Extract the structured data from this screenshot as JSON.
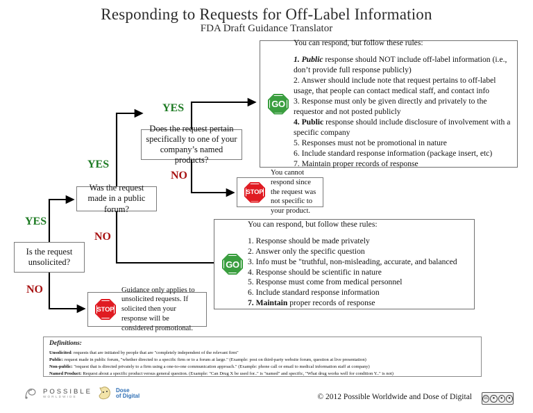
{
  "header": {
    "title": "Responding to Requests for Off-Label Information",
    "subtitle": "FDA Draft Guidance Translator"
  },
  "decisions": {
    "unsolicited": "Is the request unsolicited?",
    "public_forum": "Was the request made in a public forum?",
    "named_product": "Does the request pertain specifically to one of your company’s named products?"
  },
  "labels": {
    "yes": "YES",
    "no": "NO"
  },
  "icons": {
    "go": "GO",
    "stop": "STOP"
  },
  "public_rules": {
    "heading": "You can respond, but follow these rules:",
    "items": [
      "1. Public response should NOT include off-label information (i.e., don’t provide full response publicly)",
      "2. Answer should include note that request pertains to off-label usage, that people can contact medical staff, and contact info",
      "3. Response must only be given directly and privately to  the requestor and not posted publicly",
      "4. Public response should include disclosure of involvement with a specific company",
      "5. Responses must not be promotional in nature",
      "6. Include standard response information (package insert, etc)",
      "7. Maintain proper records of response"
    ]
  },
  "private_rules": {
    "heading": "You can respond, but follow these rules:",
    "items": [
      "1. Response should be made privately",
      "2. Answer only the specific question",
      "3. Info must be \"truthful, non-misleading, accurate, and balanced",
      "4. Response should be scientific in nature",
      "5. Response must come from medical personnel",
      "6. Include standard response information",
      "7. Maintain proper records of response"
    ]
  },
  "stop_named_product": "You cannot respond since the request was not specific to your product.",
  "stop_solicited": "Guidance only applies to unsolicited requests.  If solicited then your response will be considered promotional.",
  "definitions": {
    "heading": "Definitions:",
    "entries": [
      {
        "term": "Unsolicited",
        "text": ": requests that are initiated by people that are \"completely independent of the relevant firm\""
      },
      {
        "term": "Public:",
        "text": " request made in public forum, \"whether directed to a specific firm or to a forum at large.\" (Example: post on third-party website forum, question at live presentation)"
      },
      {
        "term": "Non-public:",
        "text": " \"request that is directed privately to a firm using a one-to-one communication approach.\" (Example: phone call or email to medical information staff at company)"
      },
      {
        "term": "Named Product:",
        "text": " Request about a specific product versus general question. (Example: \"Can Drug X be used for..\" is \"named\" and specific, \"What drug works well for condition Y..\" is not)"
      }
    ]
  },
  "footer": {
    "copyright": "© 2012 Possible Worldwide and Dose of Digital",
    "logo_possible_main": "POSSIBLE",
    "logo_possible_sub": "WORLDWIDE",
    "logo_dose_line1": "Dose",
    "logo_dose_line2": "of Digital",
    "cc_badge": "CC BY-NC-SA"
  },
  "colors": {
    "go_green": "#3a9e3f",
    "stop_red": "#e01b22",
    "yes_green": "#1c7a22",
    "no_red": "#a81414"
  }
}
